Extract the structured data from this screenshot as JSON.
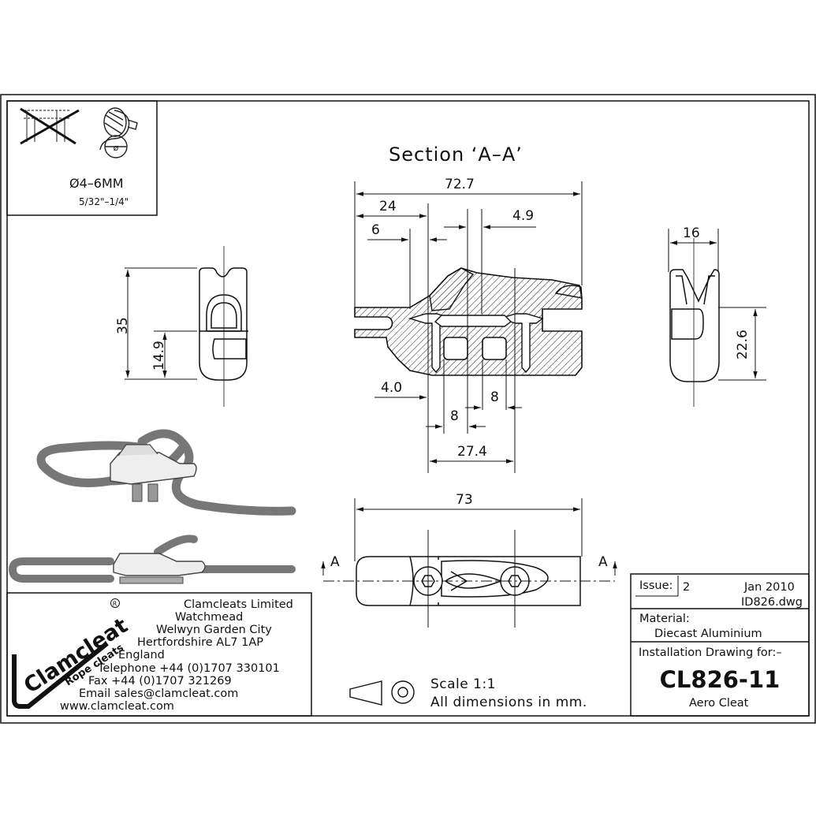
{
  "rope": {
    "diameter": "Ø4–6MM",
    "imperial": "5/32\"–1/4\""
  },
  "section": {
    "title": "Section ‘A–A’"
  },
  "dims": {
    "overall_length": "72.7",
    "d24": "24",
    "d6": "6",
    "d4_9": "4.9",
    "d4_0": "4.0",
    "d8a": "8",
    "d8b": "8",
    "d27_4": "27.4",
    "plan_length": "73",
    "height": "35",
    "mid_height": "14.9",
    "width": "16",
    "side_height": "22.6"
  },
  "section_marker": "A",
  "company": {
    "name": "Clamcleats Limited",
    "address": [
      "Watchmead",
      "Welwyn Garden City",
      "Hertfordshire AL7 1AP",
      "England"
    ],
    "telephone": "Telephone +44 (0)1707 330101",
    "fax": "Fax +44 (0)1707 321269",
    "email": "Email sales@clamcleat.com",
    "web": "www.clamcleat.com"
  },
  "logo": {
    "brand": "Clamcleat",
    "tagline": "Rope cleats",
    "reg": "R"
  },
  "notes": {
    "scale": "Scale 1:1",
    "units": "All dimensions in mm."
  },
  "titleblock": {
    "issue_label": "Issue:",
    "issue": "2",
    "date": "Jan 2010",
    "file": "ID826.dwg",
    "material_label": "Material:",
    "material": "Diecast Aluminium",
    "install_label": "Installation Drawing for:–",
    "part_no": "CL826-11",
    "part_name": "Aero Cleat"
  }
}
